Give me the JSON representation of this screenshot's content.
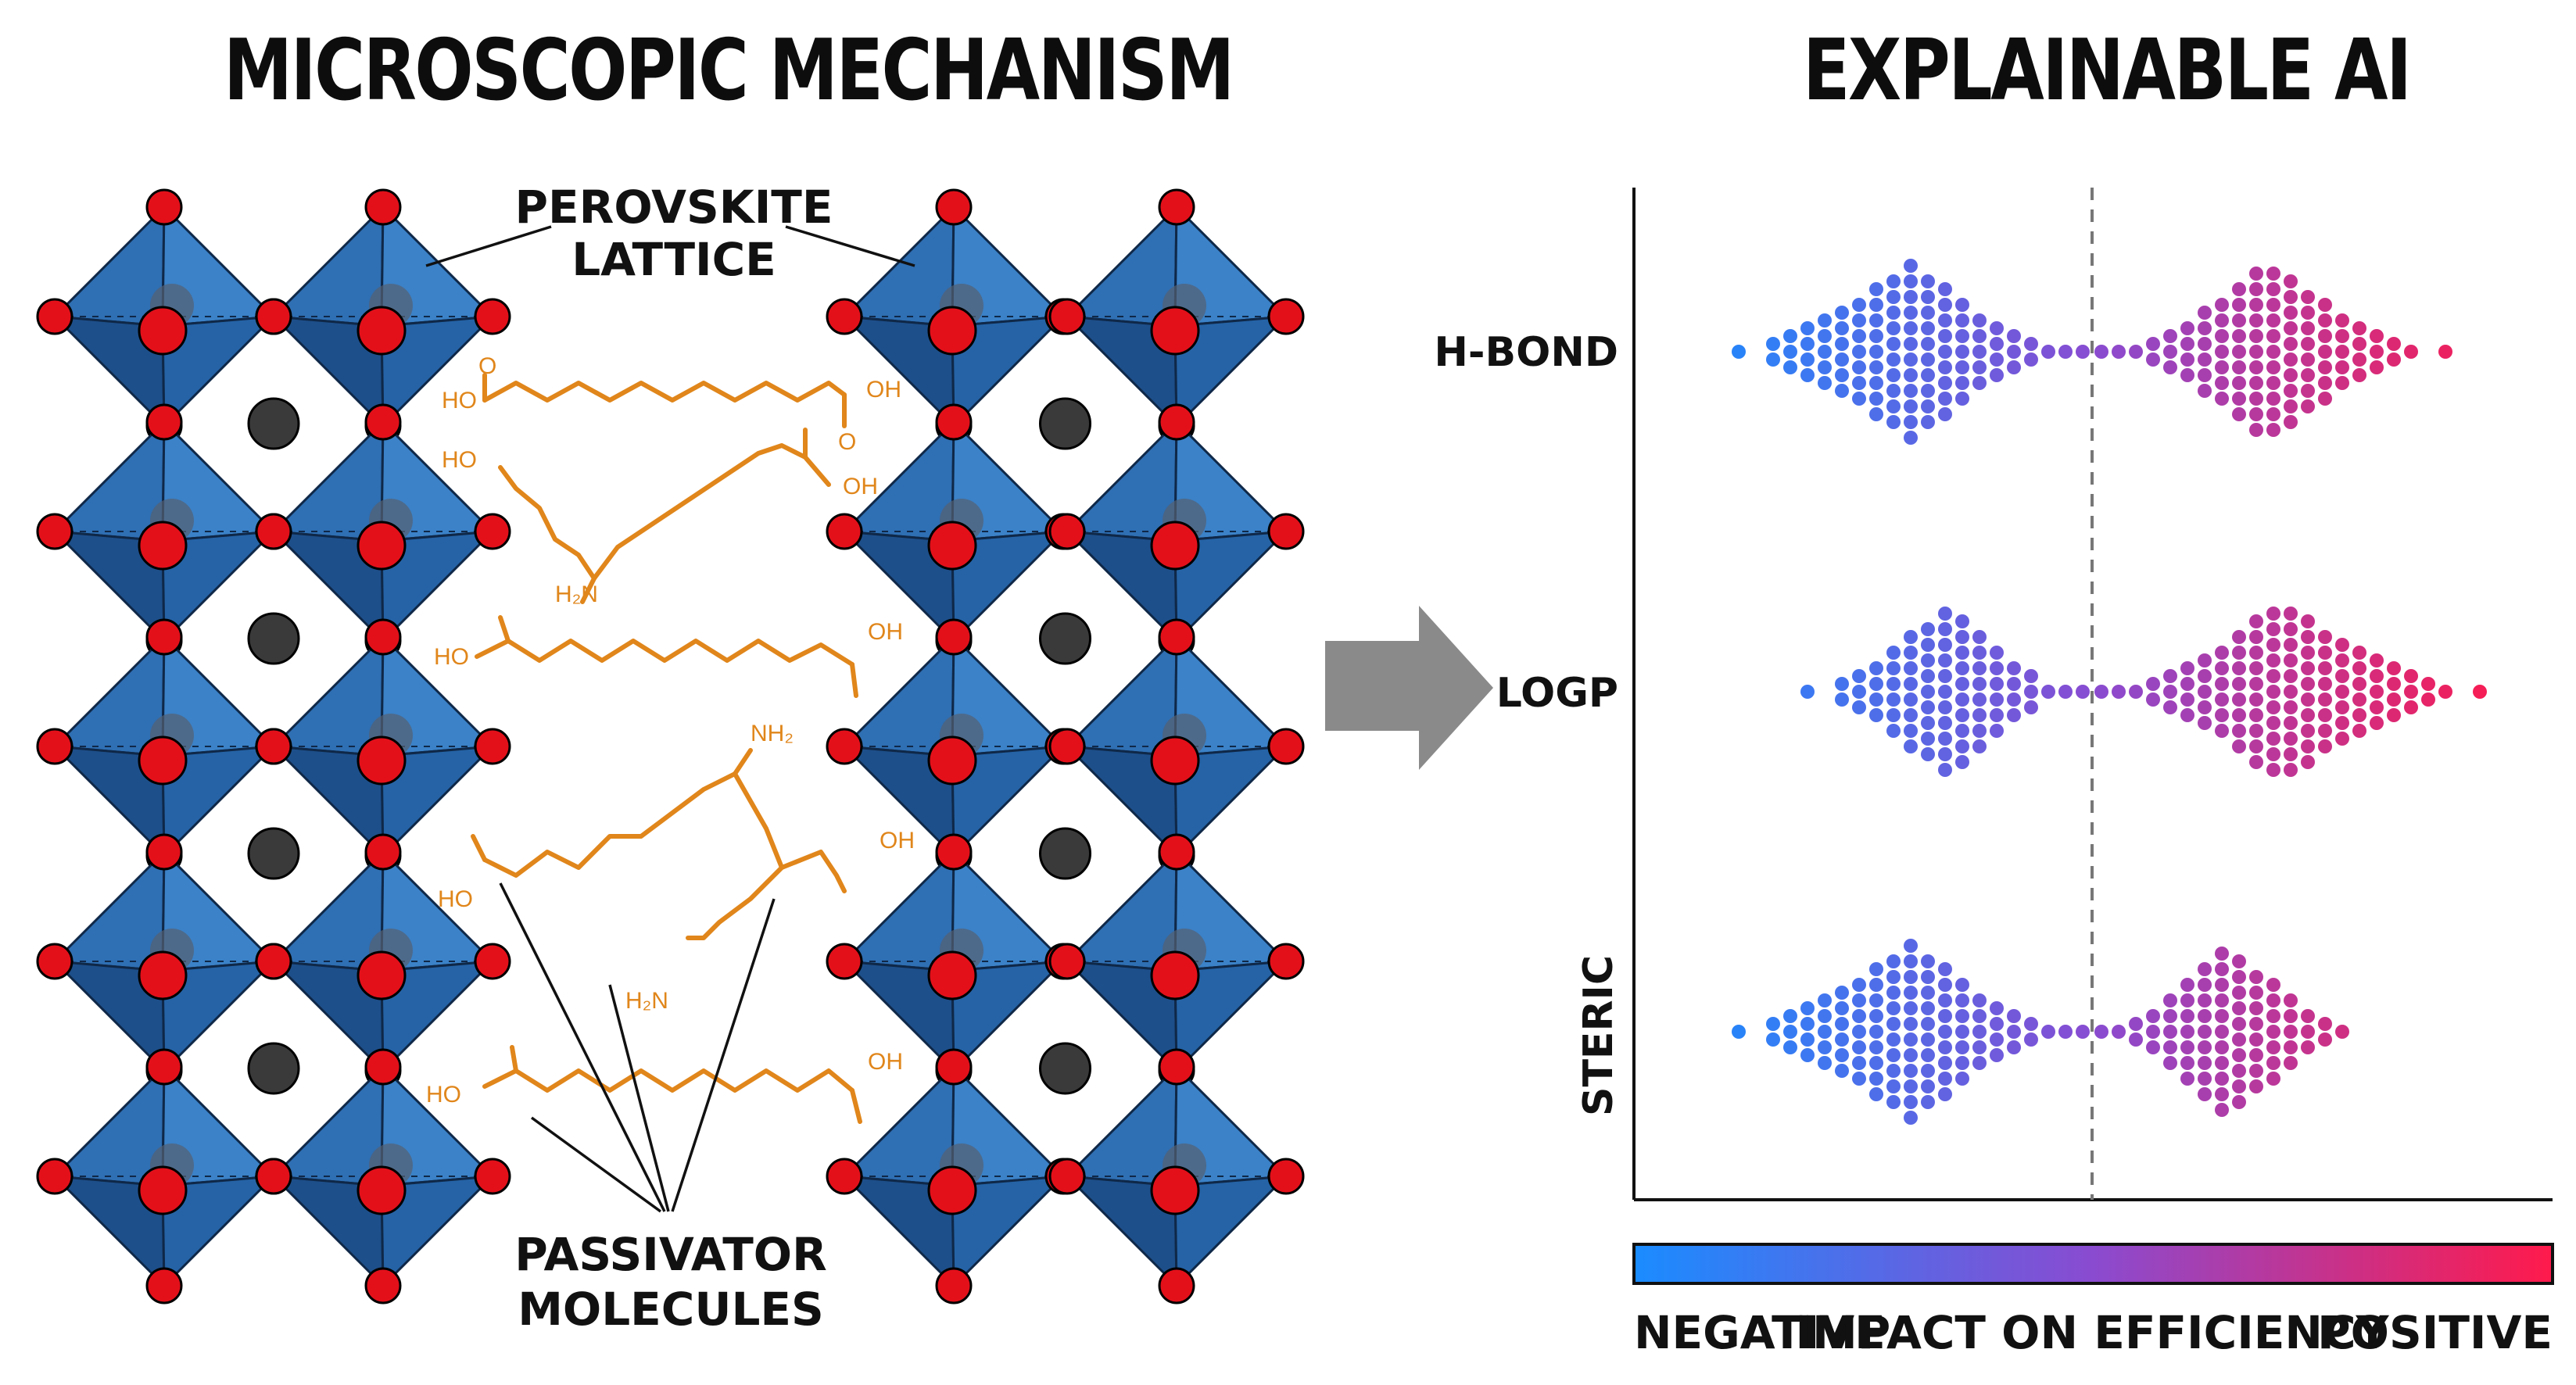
{
  "titles": {
    "left": "MICROSCOPIC MECHANISM",
    "right": "EXPLAINABLE AI"
  },
  "lattice_labels": {
    "perovskite_line1": "PEROVSKITE",
    "perovskite_line2": "LATTICE",
    "passivator_line1": "PASSIVATOR",
    "passivator_line2": "MOLECULES"
  },
  "molecule_groups": {
    "carboxyl_oh": "OH",
    "carboxyl_ho": "HO",
    "carbonyl_o": "O",
    "amine_nh2": "NH₂",
    "amine_h2n": "H₂N",
    "hydroxyl_oh": "OH"
  },
  "colors": {
    "octahedron_face": "#2f6fb3",
    "octahedron_dark": "#1d4f8a",
    "oxygen": "#e3101a",
    "cation": "#3a3a3a",
    "molecule": "#e0861b",
    "arrow": "#8a8a8a",
    "negative": "#1a8cff",
    "positive": "#ff1a4b"
  },
  "icons": {
    "arrow": "right-arrow-icon"
  },
  "chart_data": {
    "type": "beeswarm",
    "features": [
      "H-BOND",
      "LOGP",
      "STERIC"
    ],
    "x_axis_label": "IMPACT ON EFFICIENCY",
    "colorbar": {
      "low_label": "NEGATIVE",
      "high_label": "POSITIVE",
      "low_color": "#1a8cff",
      "high_color": "#ff1a4b"
    },
    "zero_line": "dashed",
    "series": [
      {
        "feature": "H-BOND",
        "negative_cluster": {
          "approx_points": 110,
          "spread_left": 0.95,
          "peak": 0.32
        },
        "positive_cluster": {
          "approx_points": 100,
          "spread_right": 0.88,
          "peak": 0.32
        }
      },
      {
        "feature": "LOGP",
        "negative_cluster": {
          "approx_points": 115,
          "spread_left": 0.75,
          "peak": 0.28
        },
        "positive_cluster": {
          "approx_points": 120,
          "spread_right": 0.95,
          "peak": 0.28
        }
      },
      {
        "feature": "STERIC",
        "negative_cluster": {
          "approx_points": 100,
          "spread_left": 0.95,
          "peak": 0.2
        },
        "positive_cluster": {
          "approx_points": 90,
          "spread_right": 0.68,
          "peak": 0.18
        }
      }
    ]
  }
}
